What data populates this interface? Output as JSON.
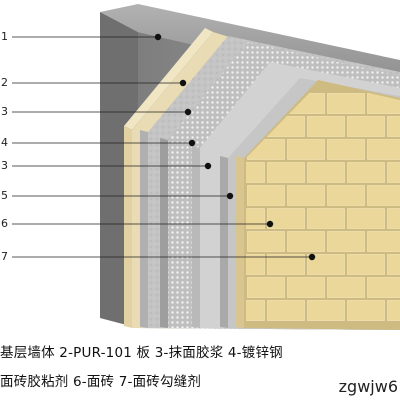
{
  "diagram": {
    "labels": [
      {
        "id": "1",
        "text": "1"
      },
      {
        "id": "2",
        "text": "2"
      },
      {
        "id": "3a",
        "text": "3"
      },
      {
        "id": "4",
        "text": "4"
      },
      {
        "id": "3b",
        "text": "3"
      },
      {
        "id": "5",
        "text": "5"
      },
      {
        "id": "6",
        "text": "6"
      },
      {
        "id": "7",
        "text": "7"
      }
    ],
    "legend_line1": "基层墙体 2-PUR-101 板 3-抹面胶浆 4-镀锌钢",
    "legend_line2": "面砖胶粘剂 6-面砖 7-面砖勾缝剂",
    "watermark": "zgwjw6",
    "colors": {
      "base_wall": "#8c8c8c",
      "pur_board": "#e9dcb4",
      "render_mortar": "#c9c9c9",
      "steel_mesh": "#b5b5b5",
      "tile_adhesive": "#bdbdbd",
      "tile": "#ecd79a",
      "tile_joint": "#cdbb82"
    }
  }
}
